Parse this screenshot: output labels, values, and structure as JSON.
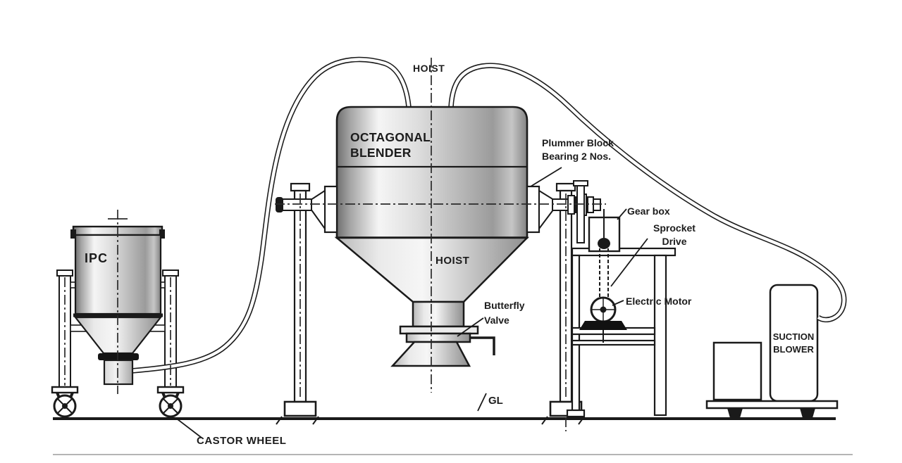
{
  "diagram": {
    "labels": {
      "hoist_top": "HOIST",
      "hoist_lower": "HOIST",
      "blender": "OCTAGONAL\nBLENDER",
      "ipc": "IPC",
      "plummer_block": "Plummer Block\nBearing 2 Nos.",
      "gear_box": "Gear box",
      "sprocket_drive": "Sprocket\nDrive",
      "electric_motor": "Electric Motor",
      "butterfly_valve": "Butterfly\nValve",
      "suction_blower": "SUCTION\nBLOWER",
      "castor_wheel": "CASTOR WHEEL",
      "ground_level": "GL"
    },
    "colors": {
      "line": "#1a1a1a",
      "background": "#ffffff",
      "metal_light": "#f4f4f4",
      "metal_dark": "#8a8a8a"
    }
  }
}
